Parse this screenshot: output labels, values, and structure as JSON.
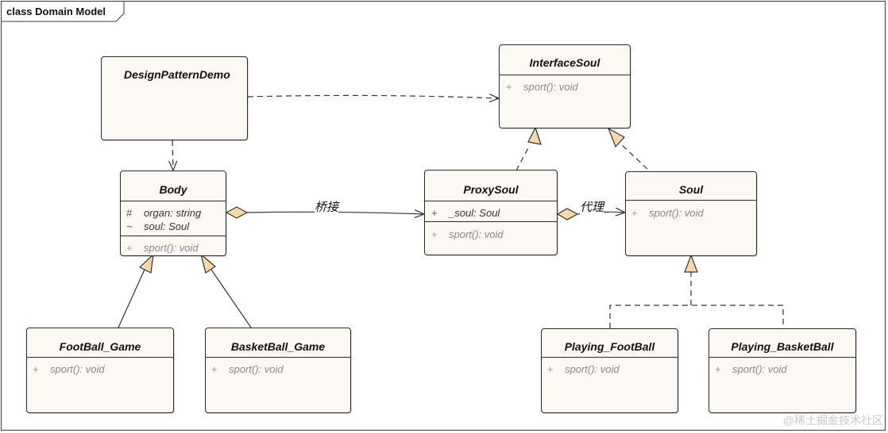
{
  "diagram": {
    "frame_title": "class Domain Model",
    "classes": {
      "design_pattern_demo": {
        "name": "DesignPatternDemo"
      },
      "interface_soul": {
        "name": "InterfaceSoul",
        "op": {
          "vis": "+",
          "sig": "sport(): void"
        }
      },
      "body": {
        "name": "Body",
        "attrs": [
          {
            "vis": "#",
            "sig": "organ: string"
          },
          {
            "vis": "~",
            "sig": "soul: Soul"
          }
        ],
        "op": {
          "vis": "+",
          "sig": "sport(): void"
        }
      },
      "proxy_soul": {
        "name": "ProxySoul",
        "attr": {
          "vis": "+",
          "sig": "_soul: Soul"
        },
        "op": {
          "vis": "+",
          "sig": "sport(): void"
        }
      },
      "soul": {
        "name": "Soul",
        "op": {
          "vis": "+",
          "sig": "sport(): void"
        }
      },
      "football_game": {
        "name": "FootBall_Game",
        "op": {
          "vis": "+",
          "sig": "sport(): void"
        }
      },
      "basketball_game": {
        "name": "BasketBall_Game",
        "op": {
          "vis": "+",
          "sig": "sport(): void"
        }
      },
      "playing_football": {
        "name": "Playing_FootBall",
        "op": {
          "vis": "+",
          "sig": "sport(): void"
        }
      },
      "playing_basketball": {
        "name": "Playing_BasketBall",
        "op": {
          "vis": "+",
          "sig": "sport(): void"
        }
      }
    },
    "relations": {
      "bridge_label": "桥接",
      "proxy_label": "代理"
    },
    "watermark": "@稀土掘金技术社区"
  }
}
